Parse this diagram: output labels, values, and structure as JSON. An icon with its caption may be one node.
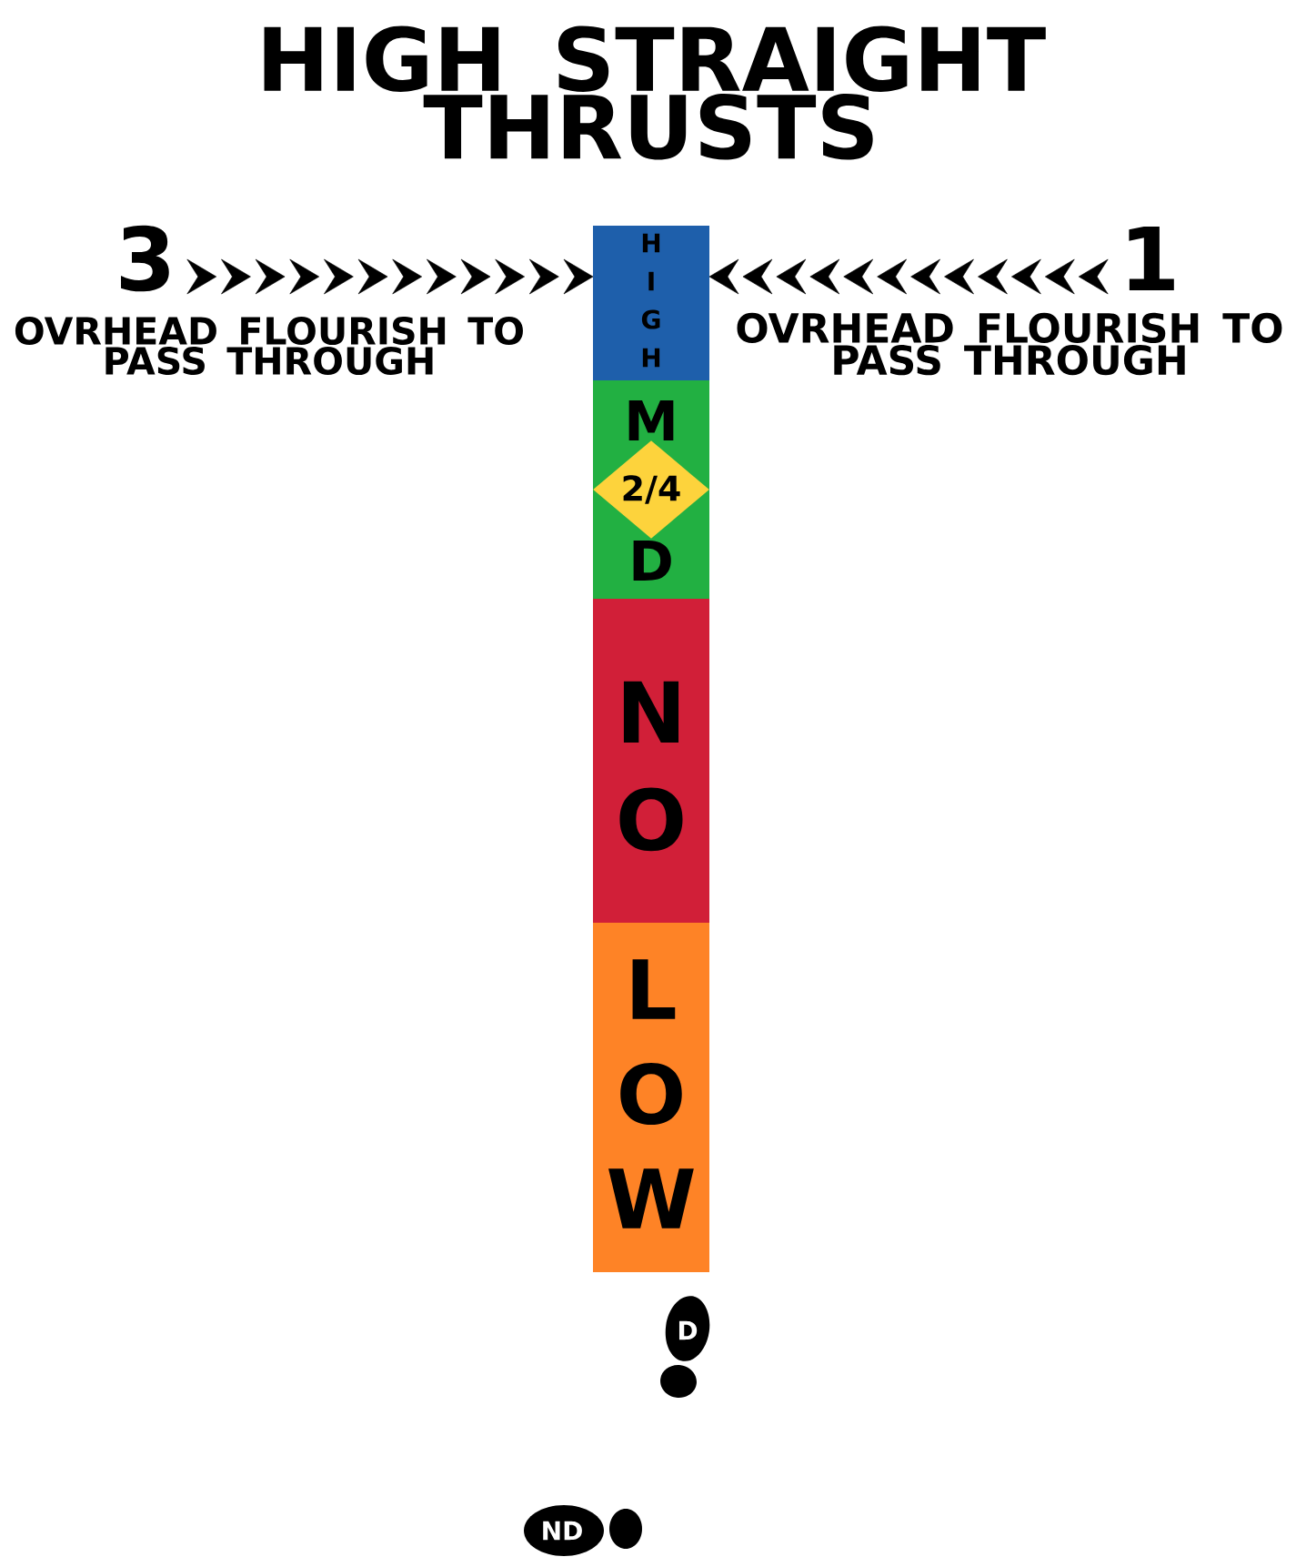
{
  "diagram": {
    "title": "HIGH STRAIGHT THRUSTS",
    "nodes": [
      {
        "text": [
          "HIGH"
        ]
      },
      {
        "text": [
          "M",
          "D"
        ]
      },
      {
        "text": [
          "2/4"
        ],
        "in": 1
      },
      {
        "text": [
          "NO"
        ]
      },
      {
        "text": [
          "LOW"
        ]
      },
      {
        "text": [
          "3"
        ],
        "beside": [
          "OVRHEAD FLOURISH TO PASS THROUGH"
        ]
      },
      {
        "text": [
          "1"
        ],
        "beside": [
          "OVRHEAD FLOURISH TO PASS THROUGH"
        ]
      },
      {
        "text": [
          "D"
        ]
      },
      {
        "text": [
          "ND"
        ]
      }
    ],
    "edges": [
      {
        "from": 5,
        "to": 0,
        "arrow": "to"
      },
      {
        "from": 6,
        "to": 0,
        "arrow": "to"
      }
    ]
  }
}
